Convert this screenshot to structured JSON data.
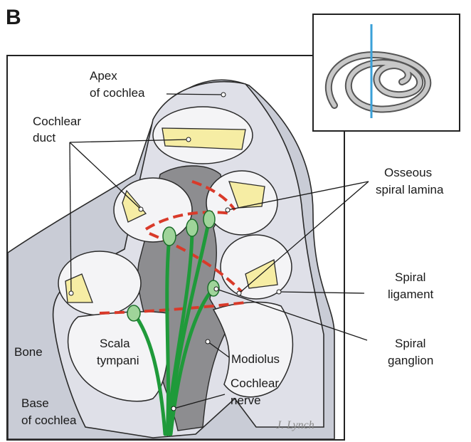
{
  "panel_letter": "B",
  "labels": {
    "apex": [
      "Apex",
      "of cochlea"
    ],
    "cochlear_duct": [
      "Cochlear",
      "duct"
    ],
    "osseous_spiral_lamina": [
      "Osseous",
      "spiral lamina"
    ],
    "spiral_ligament": [
      "Spiral",
      "ligament"
    ],
    "spiral_ganglion": [
      "Spiral",
      "ganglion"
    ],
    "scala_tympani": [
      "Scala",
      "tympani"
    ],
    "bone": "Bone",
    "modiolus": "Modiolus",
    "cochlear_nerve": [
      "Cochlear",
      "nerve"
    ],
    "base": [
      "Base",
      "of cochlea"
    ]
  },
  "signature": "J. Lynch",
  "colors": {
    "bone_bg": "#c9ccd6",
    "cochlea": "#dfe0e8",
    "chamber": "#f4f4f6",
    "modiolus": "#8d8d90",
    "duct": "#f6eda4",
    "nerve": "#1f9a3a",
    "ganglion": "#9fd49a",
    "dashed": "#d93a2a",
    "inset_axis": "#3aa0d8"
  }
}
